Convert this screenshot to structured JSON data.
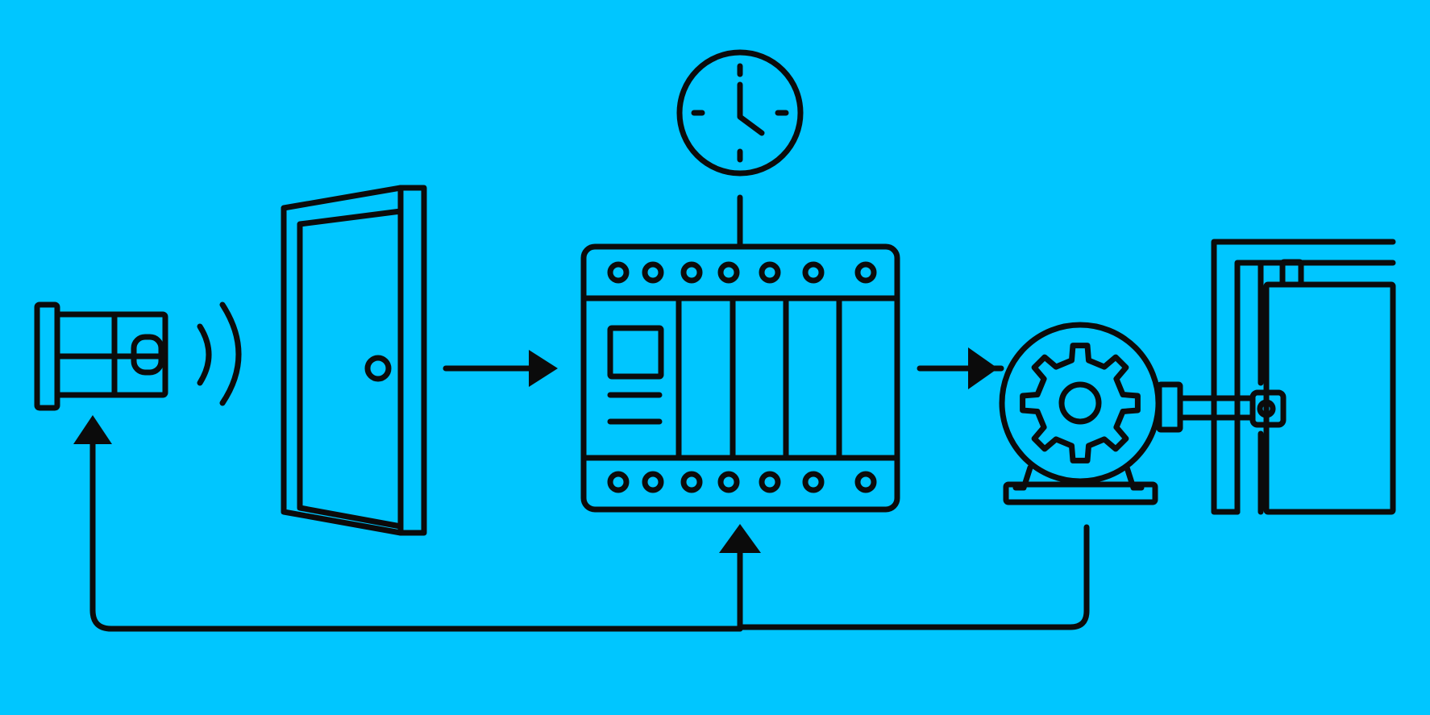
{
  "diagram": {
    "background_color": "#00C6FF",
    "stroke_color": "#0B0B0B",
    "nodes": [
      {
        "id": "sensor",
        "icon": "sensor-icon"
      },
      {
        "id": "door",
        "icon": "door-icon"
      },
      {
        "id": "timer",
        "icon": "clock-icon"
      },
      {
        "id": "controller",
        "icon": "controller-module-icon"
      },
      {
        "id": "motor",
        "icon": "gear-motor-icon"
      },
      {
        "id": "gate",
        "icon": "sliding-gate-icon"
      }
    ],
    "edges": [
      {
        "from": "door",
        "to": "controller"
      },
      {
        "from": "controller",
        "to": "motor"
      },
      {
        "from": "timer",
        "to": "controller"
      },
      {
        "from": "motor",
        "to": "controller"
      },
      {
        "from": "motor",
        "to": "sensor"
      }
    ]
  }
}
